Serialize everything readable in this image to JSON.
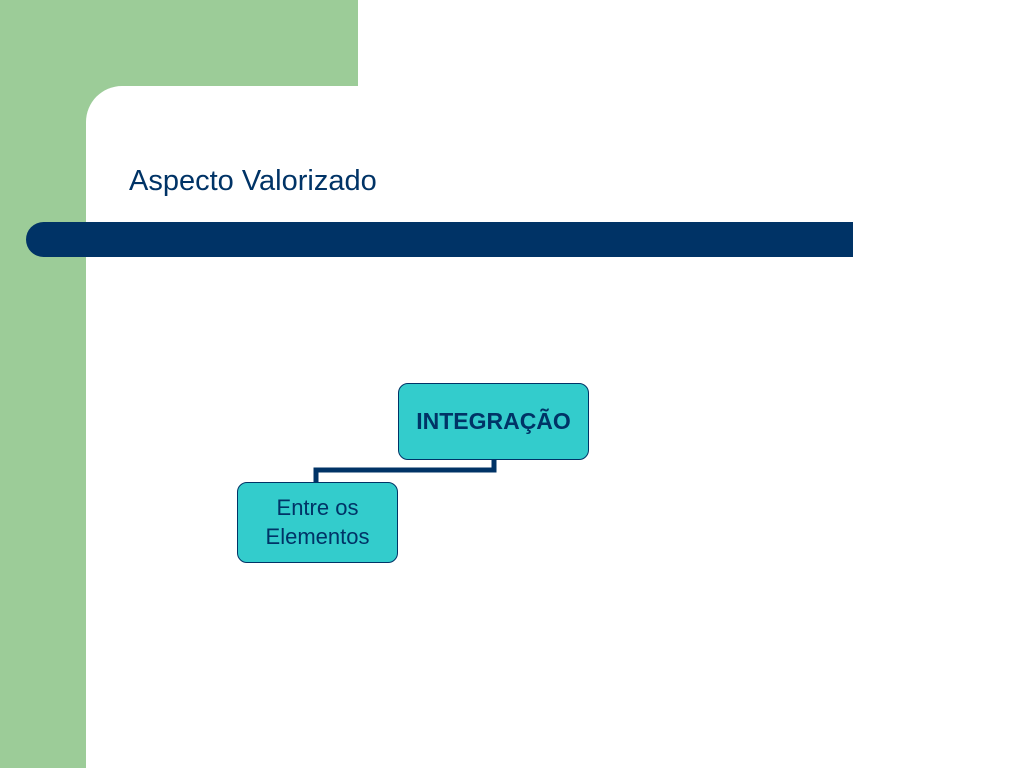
{
  "slide": {
    "title": "Aspecto Valorizado"
  },
  "diagram": {
    "root": {
      "label": "INTEGRAÇÃO"
    },
    "children": [
      {
        "line1": "Entre os",
        "line2": "Elementos"
      }
    ]
  },
  "colors": {
    "accent_green": "#9ccc98",
    "navy": "#003366",
    "node_fill": "#33cccc",
    "background": "#ffffff"
  }
}
